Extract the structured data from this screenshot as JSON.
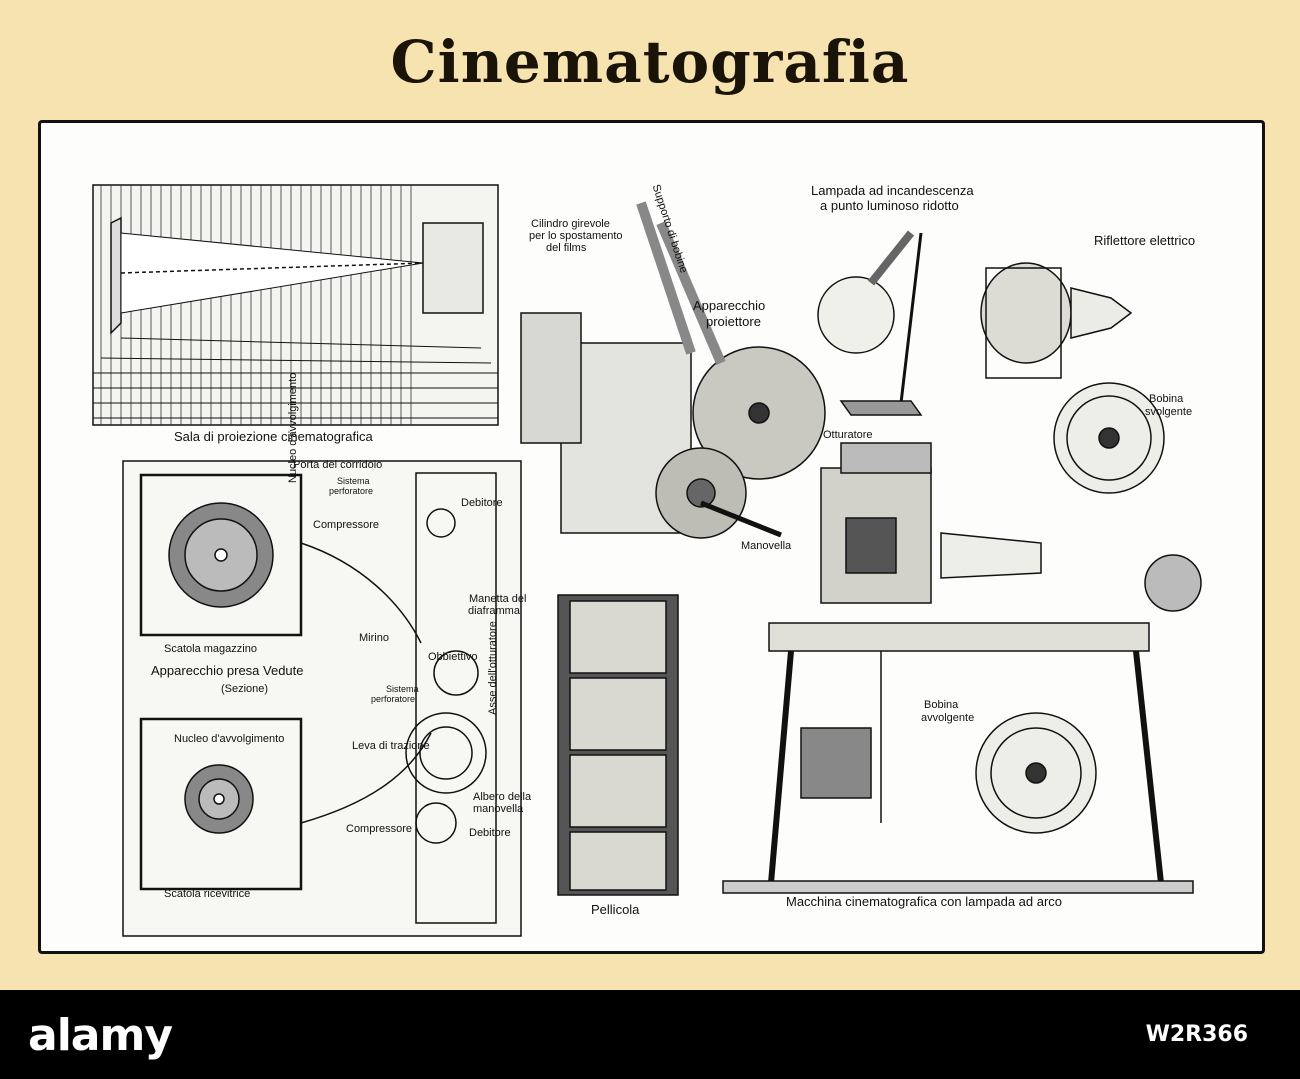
{
  "title": "Cinematografia",
  "labels": {
    "sala": "Sala di proiezione cinematografica",
    "cilindro_1": "Cilindro girevole",
    "cilindro_2": "per lo spostamento",
    "cilindro_3": "del films",
    "supporto": "Supporto di bobine",
    "apparecchio_1": "Apparecchio",
    "apparecchio_2": "proiettore",
    "lampada_1": "Lampada ad incandescenza",
    "lampada_2": "a punto luminoso ridotto",
    "riflettore": "Riflettore elettrico",
    "bobina_sv_1": "Bobina",
    "bobina_sv_2": "svolgente",
    "otturatore": "Otturatore",
    "manovella": "Manovella",
    "porta": "Porta del corridoio",
    "sist_perf_1a": "Sistema",
    "sist_perf_1b": "perforatore",
    "compressore_1": "Compressore",
    "debitore_1": "Debitore",
    "nucleo_1": "Nucleo d'avvolgimento",
    "manetta_1": "Manetta del",
    "manetta_2": "diaframma",
    "mirino": "Mirino",
    "obbiettivo": "Obbiettivo",
    "asse": "Asse dell'otturatore",
    "scatola_mag": "Scatola magazzino",
    "presa_vedute": "Apparecchio presa Vedute",
    "sezione": "(Sezione)",
    "sist_perf_2a": "Sistema",
    "sist_perf_2b": "perforatore",
    "leva": "Leva di trazione",
    "nucleo_2": "Nucleo d'avvolgimento",
    "albero_1": "Albero della",
    "albero_2": "manovella",
    "compressore_2": "Compressore",
    "debitore_2": "Debitore",
    "scatola_ric": "Scatola ricevitrice",
    "pellicola": "Pellicola",
    "bobina_av_1": "Bobina",
    "bobina_av_2": "avvolgente",
    "macchina": "Macchina cinematografica con lampada ad arco"
  },
  "footer": {
    "brand": "alamy",
    "stock_id": "W2R366"
  },
  "colors": {
    "page_bg": "#f7e3b0",
    "plate_bg": "#fdfdfb",
    "ink": "#111111",
    "footer_bg": "#000000"
  }
}
